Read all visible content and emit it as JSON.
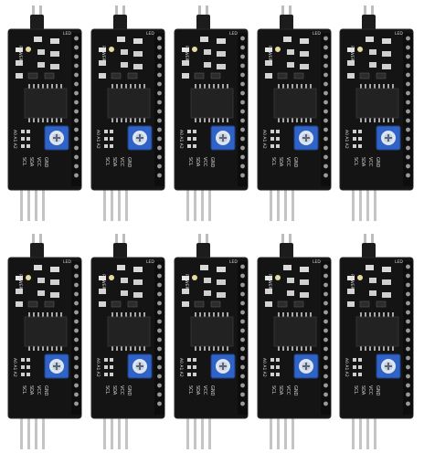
{
  "image": {
    "subject": "i2c-lcd-adapter-boards",
    "background_color": "#ffffff",
    "board_color": "#141414",
    "pot_color": "#2f63c8",
    "pin_color": "#bfbfbf",
    "jumper_color": "#1c1c1c",
    "rows": 2,
    "columns": 5
  },
  "board": {
    "silk_power": "POWER",
    "silk_led": "LED",
    "silk_address": "A0 A1 A2",
    "pin_labels": [
      "GND",
      "VCC",
      "SDA",
      "SCL"
    ]
  }
}
